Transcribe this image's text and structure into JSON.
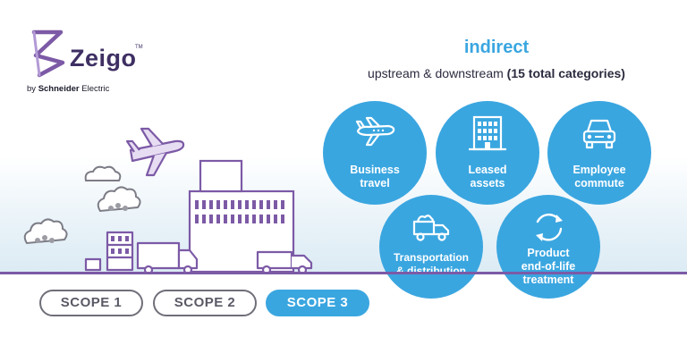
{
  "logo": {
    "name": "Zeigo",
    "tm": "TM",
    "sub_prefix": "by",
    "sub_brand": "Schneider",
    "sub_suffix": "Electric"
  },
  "header": {
    "title": "indirect",
    "subtitle_lead": "upstream & downstream",
    "subtitle_bold": "(15 total categories)"
  },
  "categories": [
    {
      "line1": "Business",
      "line2": "travel",
      "icon": "airplane-icon"
    },
    {
      "line1": "Leased",
      "line2": "assets",
      "icon": "building-icon"
    },
    {
      "line1": "Employee",
      "line2": "commute",
      "icon": "car-icon"
    },
    {
      "line1": "Transportation",
      "line2": "& distribution",
      "icon": "truck-icon"
    },
    {
      "line1": "Product",
      "line2": "end-of-life",
      "line3": "treatment",
      "icon": "recycle-icon"
    }
  ],
  "scopes": [
    {
      "label": "SCOPE 1",
      "active": false
    },
    {
      "label": "SCOPE 2",
      "active": false
    },
    {
      "label": "SCOPE 3",
      "active": true
    }
  ],
  "colors": {
    "accent": "#3aa6e0",
    "illustration": "#7c5aa6",
    "smoke": "#9b9ba3",
    "brand_dark": "#3e2f63"
  }
}
